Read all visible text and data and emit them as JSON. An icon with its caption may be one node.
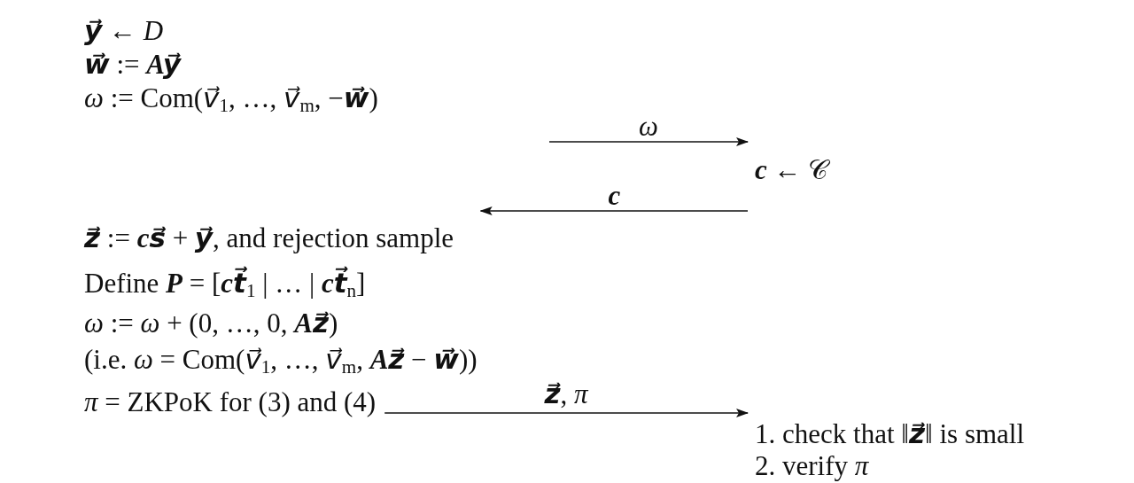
{
  "diagram": {
    "nodes": [
      {
        "text": [
          "**y⃗** ← *D*",
          "**w⃗** := **Ay⃗**",
          "*ω* := Com(*v⃗*$_{1}$, …, *v⃗*$_{m}$, −**w⃗**)"
        ]
      },
      {
        "text": [
          "**c** ← 𝒞"
        ]
      },
      {
        "text": [
          "**z⃗** := **cs⃗** + **y⃗**, and rejection sample",
          "Define **P** = [**ct⃗**$_{1}$ | … | **ct⃗**$_{n}$]",
          "*ω* := *ω* + (0, …, 0, **Az⃗**)",
          "(i.e. *ω* = Com(*v⃗*$_{1}$, …, *v⃗*$_{m}$, **Az⃗** − **w⃗**))"
        ]
      },
      {
        "text": [
          "*π* = ZKPoK for (3) and (4)"
        ]
      },
      {
        "text": [
          "1. check that ‖**z⃗**‖ is small",
          "2. verify *π*"
        ]
      }
    ],
    "edges": [
      {
        "from": null,
        "to": 1,
        "arrow": "to",
        "label": "ω"
      },
      {
        "from": 1,
        "to": 2,
        "arrow": "to",
        "label": "c"
      },
      {
        "from": 3,
        "to": 4,
        "arrow": "to",
        "label": "**z⃗**, *π*"
      }
    ]
  }
}
